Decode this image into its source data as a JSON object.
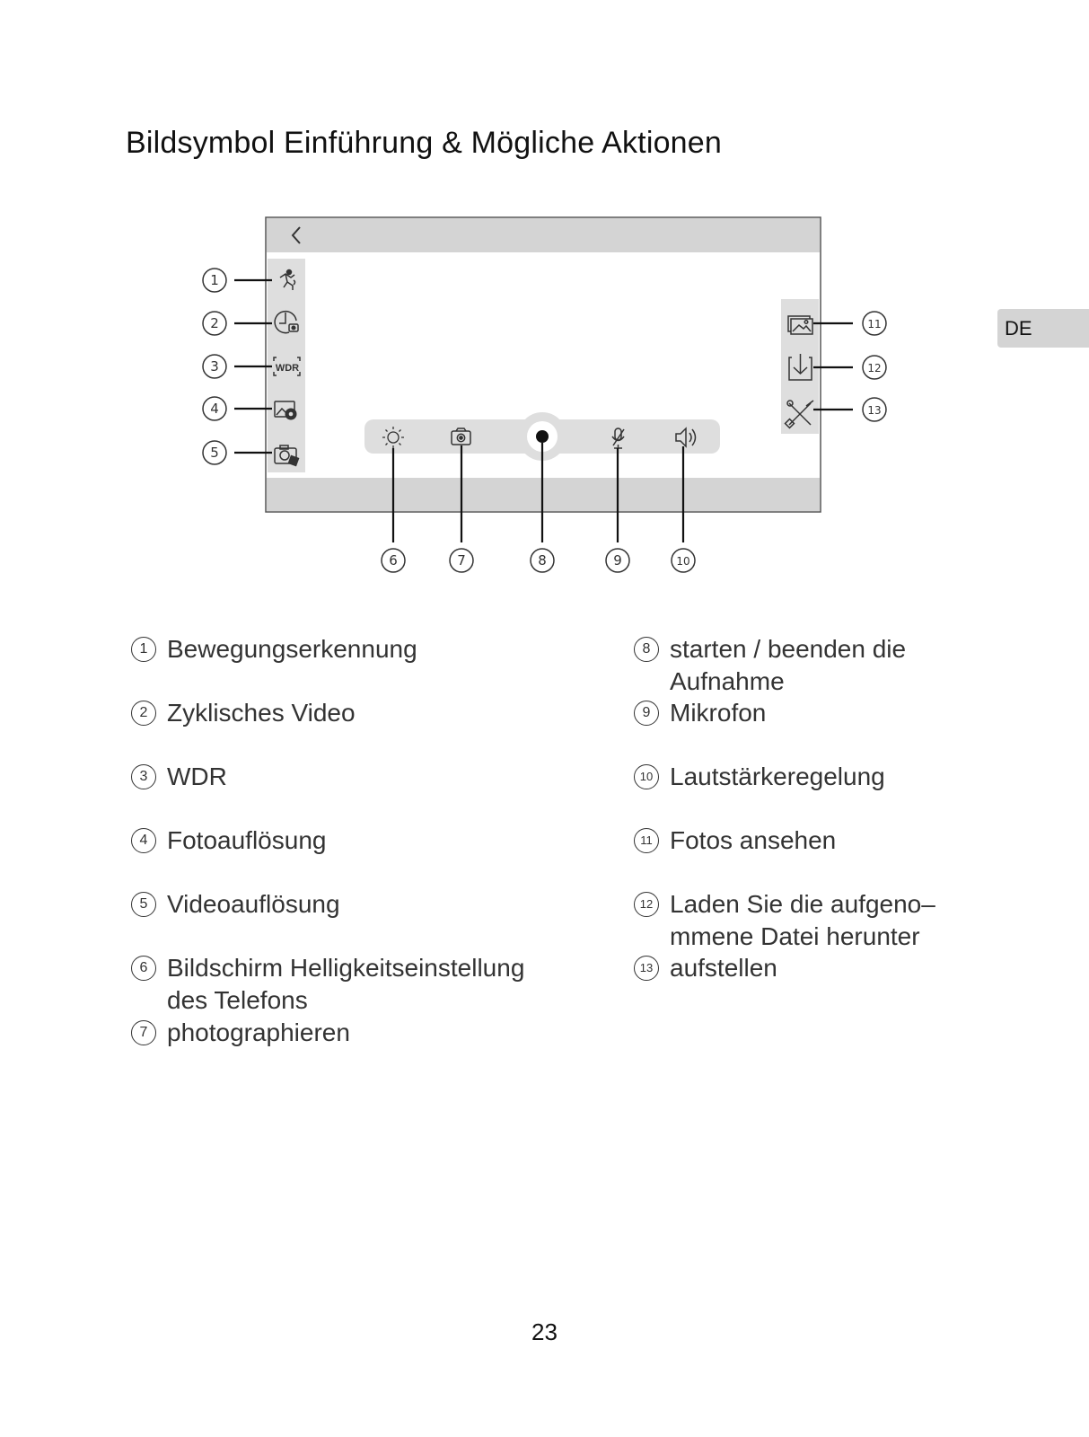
{
  "page": {
    "title": "Bildsymbol Einführung & Mögliche Aktionen",
    "language_tab": "DE",
    "page_number": "23"
  },
  "callout_numbers": [
    "1",
    "2",
    "3",
    "4",
    "5",
    "6",
    "7",
    "8",
    "9",
    "10",
    "11",
    "12",
    "13"
  ],
  "icons": {
    "back": "chevron-left-icon",
    "left_toolbar": [
      "motion-detection-icon",
      "cyclic-video-icon",
      "wdr-icon",
      "photo-settings-icon",
      "video-settings-icon"
    ],
    "bottom_toolbar": [
      "brightness-icon",
      "camera-icon",
      "record-icon",
      "microphone-icon",
      "speaker-icon"
    ],
    "right_toolbar": [
      "photos-icon",
      "download-icon",
      "tools-icon"
    ],
    "wdr_label": "WDR"
  },
  "legend": {
    "left": [
      {
        "num": "1",
        "text": "Bewegungserkennung"
      },
      {
        "num": "2",
        "text": "Zyklisches Video"
      },
      {
        "num": "3",
        "text": "WDR"
      },
      {
        "num": "4",
        "text": "Fotoauflösung"
      },
      {
        "num": "5",
        "text": "Videoauflösung"
      },
      {
        "num": "6",
        "text": "Bildschirm Helligkeitseinstellung",
        "text2": "des Telefons"
      },
      {
        "num": "7",
        "text": "photographieren"
      }
    ],
    "right": [
      {
        "num": "8",
        "text": "starten / beenden die",
        "text2": "Aufnahme"
      },
      {
        "num": "9",
        "text": "Mikrofon"
      },
      {
        "num": "10",
        "text": "Lautstärkeregelung"
      },
      {
        "num": "11",
        "text": "Fotos ansehen"
      },
      {
        "num": "12",
        "text": "Laden Sie die aufgeno–",
        "text2": "mmene Datei herunter"
      },
      {
        "num": "13",
        "text": "aufstellen"
      }
    ]
  },
  "colors": {
    "bar_gray": "#d4d4d4",
    "toolbar_gray": "#dedede",
    "line": "#111111"
  }
}
